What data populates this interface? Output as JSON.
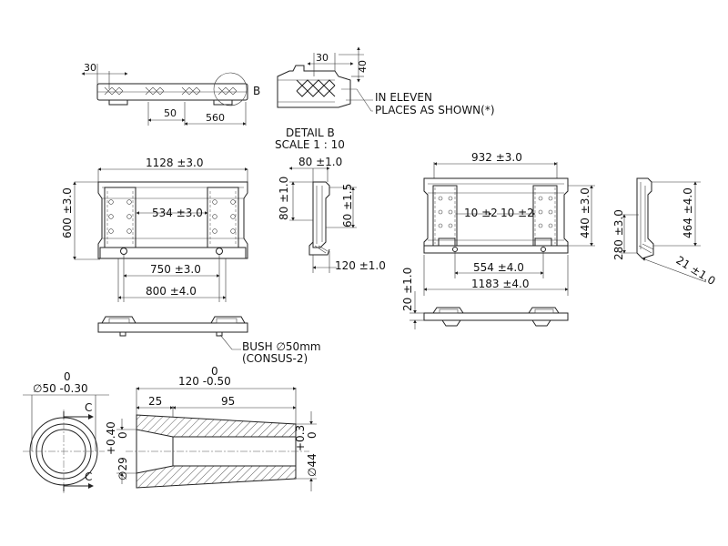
{
  "detail": {
    "callout": "B",
    "title": "DETAIL B",
    "scale": "SCALE 1 : 10",
    "note_line1": "IN ELEVEN",
    "note_line2": "PLACES AS SHOWN(*)"
  },
  "top_view_dims": {
    "d30": "30",
    "d50": "50",
    "d560": "560"
  },
  "detail_dims": {
    "d30": "30",
    "d40": "40"
  },
  "front_view_dims": {
    "width": "1128 ±3.0",
    "height": "600 ±3.0",
    "inner": "534 ±3.0",
    "bolt": "750 ±3.0",
    "base": "800 ±4.0"
  },
  "side_view_1_dims": {
    "top": "80 ±1.0",
    "left": "80 ±1.0",
    "right": "60 ±1.5",
    "bottom": "120 ±1.0"
  },
  "right_view_dims": {
    "width": "932 ±3.0",
    "height": "440 ±3.0",
    "slot_a": "10 ±2",
    "slot_b": "10 ±2",
    "inner": "554 ±4.0",
    "overall": "1183 ±4.0",
    "base_h": "20 ±1.0"
  },
  "side_view_2_dims": {
    "height": "464 ±4.0",
    "offset": "280 ±3.0",
    "foot": "21 ±1.0"
  },
  "bush_note": {
    "line1": "BUSH ∅50mm",
    "line2": "(CONSUS-2)"
  },
  "bush_section": {
    "outer_tol_top": "0",
    "outer_dia": "∅50 -0.30",
    "length_tol_top": "0",
    "length": "120 -0.50",
    "d25": "25",
    "d95": "95",
    "bore_tol_a": "+0.40",
    "bore_tol_b": "0",
    "bore_dia": "∅29",
    "end_tol_a": "+0.3",
    "end_tol_b": "0",
    "end_dia": "∅44",
    "section_mark": "C"
  }
}
